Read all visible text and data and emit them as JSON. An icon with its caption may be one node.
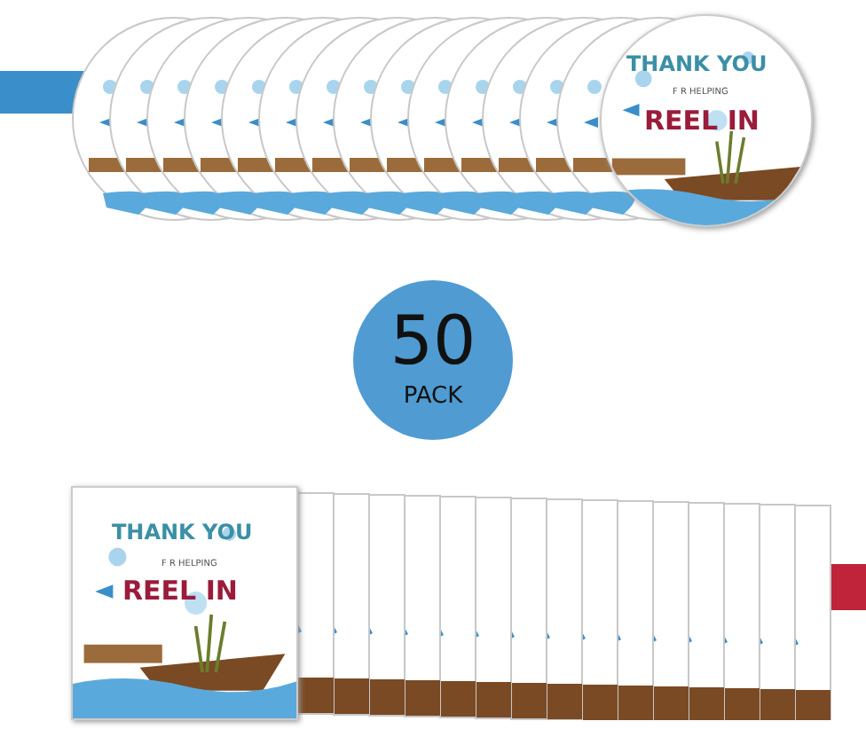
{
  "diagram": {
    "nodes": [
      {
        "text": [
          "THANK YOU",
          "F R HELPING",
          "REEL IN"
        ]
      },
      {
        "text": [
          "50",
          "PACK"
        ]
      },
      {
        "text": [
          "THANK YOU",
          "F R HELPING",
          "REEL IN"
        ]
      }
    ]
  }
}
